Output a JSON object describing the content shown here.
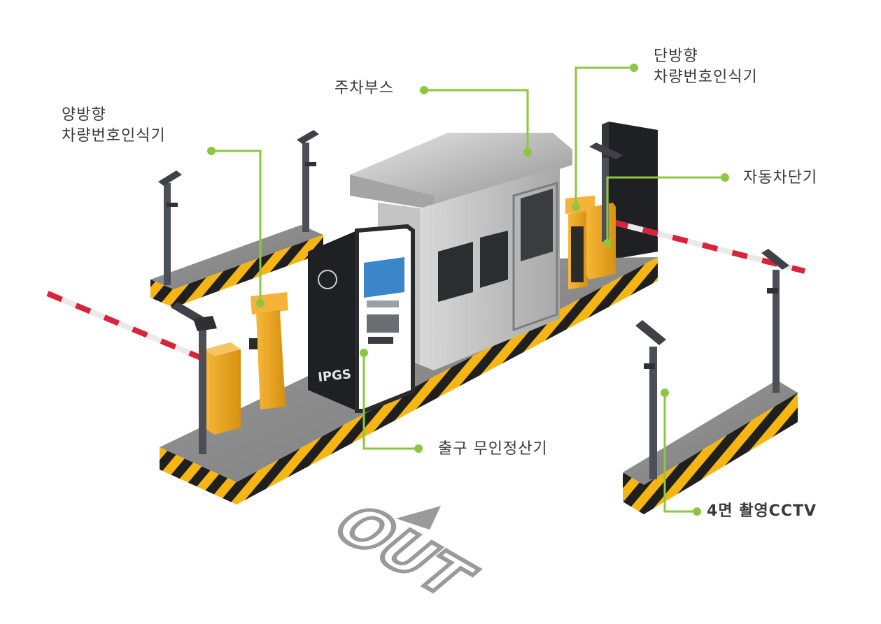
{
  "labels": {
    "bidirectional_lpr": {
      "line1": "양방향",
      "line2": "차량번호인식기"
    },
    "parking_booth": "주차부스",
    "unidirectional_lpr": {
      "line1": "단방향",
      "line2": "차량번호인식기"
    },
    "auto_barrier": "자동차단기",
    "exit_kiosk": "출구 무인정산기",
    "cctv": "4면 촬영CCTV"
  },
  "floor_text": "OUT",
  "kiosk_brand": "IPGS",
  "colors": {
    "callout_line": "#8dc63f",
    "label_text": "#3a3a3a",
    "hazard_yellow": "#f5b512",
    "hazard_black": "#1f1f1f",
    "island_top": "#8c8c8c",
    "barrier_box": "#f2a81d",
    "booth_roof": "#b9b9b9",
    "kiosk_body": "#2b2b2b"
  }
}
